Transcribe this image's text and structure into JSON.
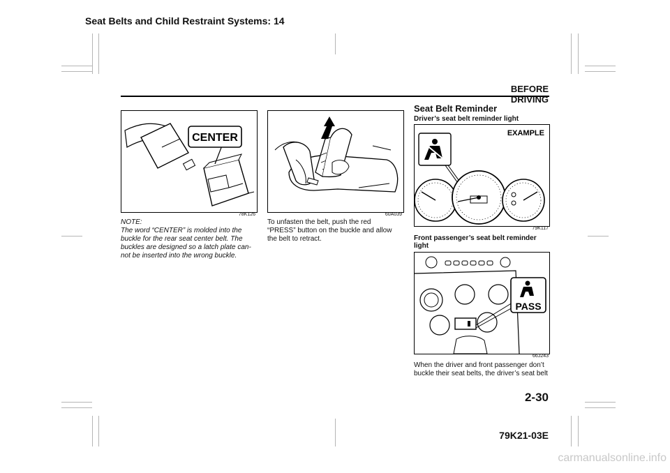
{
  "header": {
    "chapter": "Seat Belts and Child Restraint Systems: 14",
    "section": "BEFORE DRIVING"
  },
  "col1": {
    "figure_code": "78K126",
    "figure_label": "CENTER",
    "note_lines": [
      "NOTE:",
      "The word “CENTER” is molded into the",
      "buckle for the rear seat center belt. The",
      "buckles are designed so a latch plate can-",
      "not be inserted into the wrong buckle."
    ]
  },
  "col2": {
    "figure_code": "60A039",
    "text_lines": [
      "To unfasten the belt, push the red",
      "“PRESS” button on the buckle and allow",
      "the belt to retract."
    ]
  },
  "col3": {
    "title": "Seat Belt Reminder",
    "subhead1": "Driver’s seat belt reminder light",
    "figure1_label": "EXAMPLE",
    "figure1_code": "79K117",
    "subhead2_lines": [
      "Front passenger’s seat belt reminder",
      "light"
    ],
    "figure2_label": "PASS",
    "figure2_code": "66J243",
    "text_lines": [
      "When the driver and front passenger don’t",
      "buckle their seat belts, the driver’s seat belt"
    ]
  },
  "footer": {
    "page_number": "2-30",
    "doc_code": "79K21-03E",
    "watermark": "carmanualsonline.info"
  }
}
